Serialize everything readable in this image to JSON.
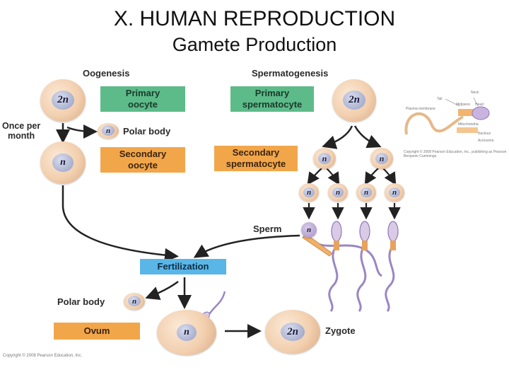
{
  "title": "X.  HUMAN REPRODUCTION",
  "subtitle": "Gamete Production",
  "oogenesis": {
    "heading": "Oogenesis",
    "primary_oocyte": "Primary\noocyte",
    "once_per_month": "Once per\nmonth",
    "polar_body": "Polar body",
    "secondary_oocyte": "Secondary\noocyte",
    "ovum": "Ovum"
  },
  "spermatogenesis": {
    "heading": "Spermatogenesis",
    "primary_spermatocyte": "Primary\nspermatocyte",
    "secondary_spermatocyte": "Secondary\nspermatocyte",
    "sperm": "Sperm"
  },
  "fertilization": "Fertilization",
  "polar_body_2": "Polar body",
  "zygote": "Zygote",
  "ploidy": {
    "diploid": "2n",
    "haploid": "n"
  },
  "inset": {
    "labels": [
      "Tail",
      "Plasma membrane",
      "Midpiece",
      "Head",
      "Nucleus",
      "Mitochondria",
      "Acrosome",
      "Neck"
    ],
    "credit": "Copyright © 2008 Pearson Education, Inc., publishing as Pearson Benjamin Cummings."
  },
  "copyright": "Copyright © 2008 Pearson Education, Inc.",
  "colors": {
    "green_box": "#5dbb8a",
    "orange_box": "#f2a64a",
    "blue_box": "#5ab6e6",
    "arrow": "#222222"
  }
}
